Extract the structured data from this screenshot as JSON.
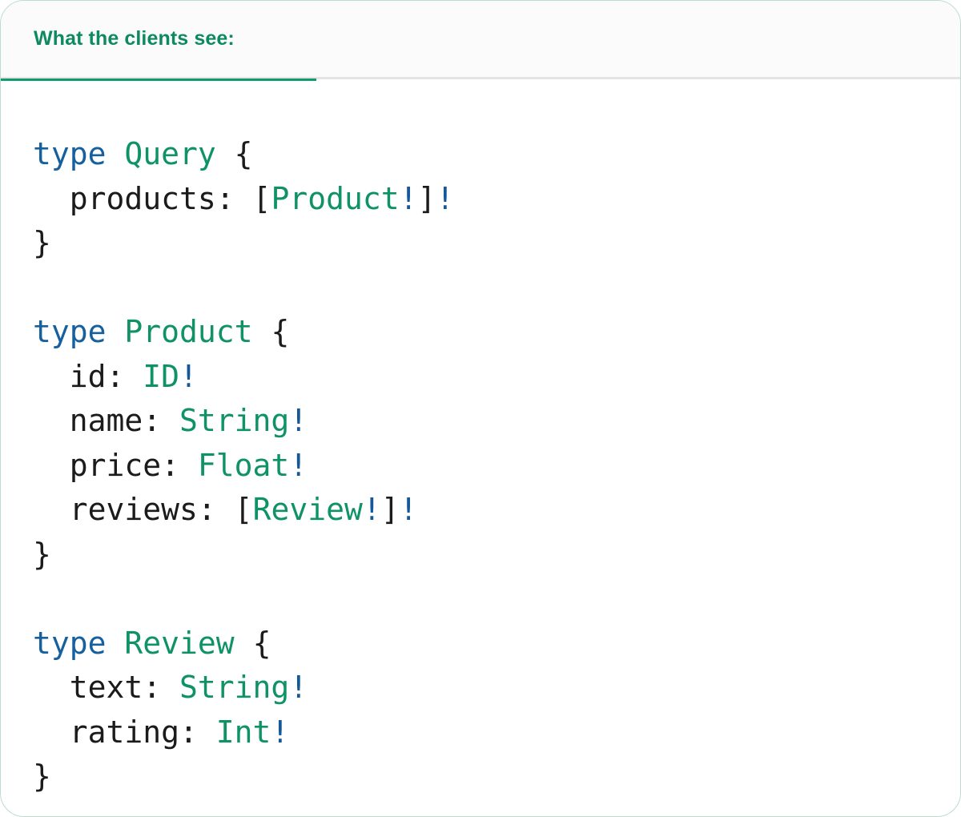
{
  "header": {
    "tab_label": "What the clients see:",
    "accent_color": "#0f9b6e",
    "title_color": "#0e8a61",
    "border_color": "#e4e4e4",
    "background": "#fbfbfb"
  },
  "colors": {
    "keyword": "#16609e",
    "type_name": "#0f9266",
    "non_null_bang": "#15589a",
    "plain_text": "#1b1b1b",
    "card_border": "#bcdccd",
    "card_background": "#ffffff"
  },
  "code": {
    "language": "graphql",
    "raw": "type Query {\n  products: [Product!]!\n}\n\ntype Product {\n  id: ID!\n  name: String!\n  price: Float!\n  reviews: [Review!]!\n}\n\ntype Review {\n  text: String!\n  rating: Int!\n}",
    "lines": [
      {
        "tokens": [
          {
            "t": "type",
            "c": "kw"
          },
          {
            "t": " ",
            "c": "plain"
          },
          {
            "t": "Query",
            "c": "type"
          },
          {
            "t": " {",
            "c": "punct"
          }
        ]
      },
      {
        "tokens": [
          {
            "t": "  products: ",
            "c": "plain"
          },
          {
            "t": "[",
            "c": "punct"
          },
          {
            "t": "Product",
            "c": "type"
          },
          {
            "t": "!",
            "c": "bang"
          },
          {
            "t": "]",
            "c": "punct"
          },
          {
            "t": "!",
            "c": "bang"
          }
        ]
      },
      {
        "tokens": [
          {
            "t": "}",
            "c": "punct"
          }
        ]
      },
      {
        "tokens": []
      },
      {
        "tokens": [
          {
            "t": "type",
            "c": "kw"
          },
          {
            "t": " ",
            "c": "plain"
          },
          {
            "t": "Product",
            "c": "type"
          },
          {
            "t": " {",
            "c": "punct"
          }
        ]
      },
      {
        "tokens": [
          {
            "t": "  id: ",
            "c": "plain"
          },
          {
            "t": "ID",
            "c": "type"
          },
          {
            "t": "!",
            "c": "bang"
          }
        ]
      },
      {
        "tokens": [
          {
            "t": "  name: ",
            "c": "plain"
          },
          {
            "t": "String",
            "c": "type"
          },
          {
            "t": "!",
            "c": "bang"
          }
        ]
      },
      {
        "tokens": [
          {
            "t": "  price: ",
            "c": "plain"
          },
          {
            "t": "Float",
            "c": "type"
          },
          {
            "t": "!",
            "c": "bang"
          }
        ]
      },
      {
        "tokens": [
          {
            "t": "  reviews: ",
            "c": "plain"
          },
          {
            "t": "[",
            "c": "punct"
          },
          {
            "t": "Review",
            "c": "type"
          },
          {
            "t": "!",
            "c": "bang"
          },
          {
            "t": "]",
            "c": "punct"
          },
          {
            "t": "!",
            "c": "bang"
          }
        ]
      },
      {
        "tokens": [
          {
            "t": "}",
            "c": "punct"
          }
        ]
      },
      {
        "tokens": []
      },
      {
        "tokens": [
          {
            "t": "type",
            "c": "kw"
          },
          {
            "t": " ",
            "c": "plain"
          },
          {
            "t": "Review",
            "c": "type"
          },
          {
            "t": " {",
            "c": "punct"
          }
        ]
      },
      {
        "tokens": [
          {
            "t": "  text: ",
            "c": "plain"
          },
          {
            "t": "String",
            "c": "type"
          },
          {
            "t": "!",
            "c": "bang"
          }
        ]
      },
      {
        "tokens": [
          {
            "t": "  rating: ",
            "c": "plain"
          },
          {
            "t": "Int",
            "c": "type"
          },
          {
            "t": "!",
            "c": "bang"
          }
        ]
      },
      {
        "tokens": [
          {
            "t": "}",
            "c": "punct"
          }
        ]
      }
    ]
  }
}
